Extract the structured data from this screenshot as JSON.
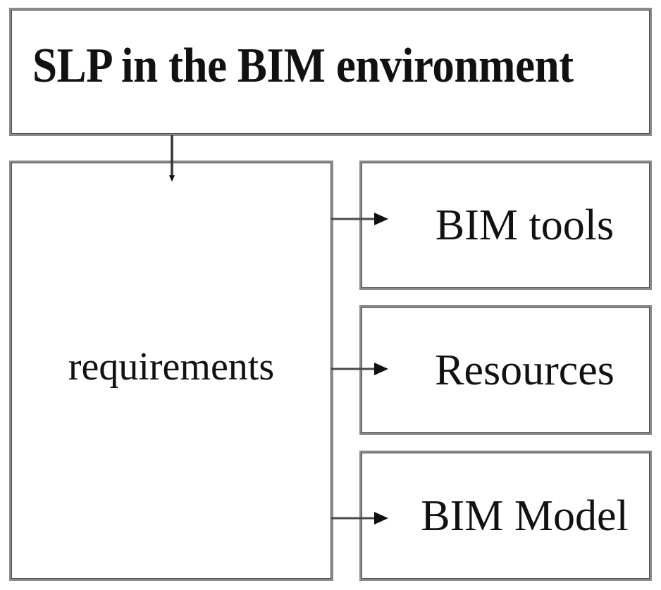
{
  "diagram": {
    "type": "flowchart",
    "orientation": "top-down-then-right",
    "background_color": "#ffffff",
    "border_color": "#8a8a8a",
    "text_color": "#111111",
    "nodes": {
      "title": {
        "id": "title",
        "label": "SLP in the BIM environment",
        "style": "bold-serif",
        "role": "root"
      },
      "requirements": {
        "id": "requirements",
        "label": "requirements",
        "style": "regular-serif",
        "role": "parent"
      },
      "bim_tools": {
        "id": "bim_tools",
        "label": "BIM tools",
        "style": "regular-serif",
        "role": "child"
      },
      "resources": {
        "id": "resources",
        "label": "Resources",
        "style": "regular-serif",
        "role": "child"
      },
      "bim_model": {
        "id": "bim_model",
        "label": "BIM Model",
        "style": "regular-serif",
        "role": "child"
      }
    },
    "edges": [
      {
        "id": "edge-title-to-requirements",
        "from": "title",
        "to": "requirements",
        "direction": "down",
        "arrowhead": "filled-triangle"
      },
      {
        "id": "edge-requirements-to-bim-tools",
        "from": "requirements",
        "to": "bim_tools",
        "direction": "right",
        "arrowhead": "filled-triangle"
      },
      {
        "id": "edge-requirements-to-resources",
        "from": "requirements",
        "to": "resources",
        "direction": "right",
        "arrowhead": "filled-triangle"
      },
      {
        "id": "edge-requirements-to-bim-model",
        "from": "requirements",
        "to": "bim_model",
        "direction": "right",
        "arrowhead": "filled-triangle"
      }
    ]
  }
}
